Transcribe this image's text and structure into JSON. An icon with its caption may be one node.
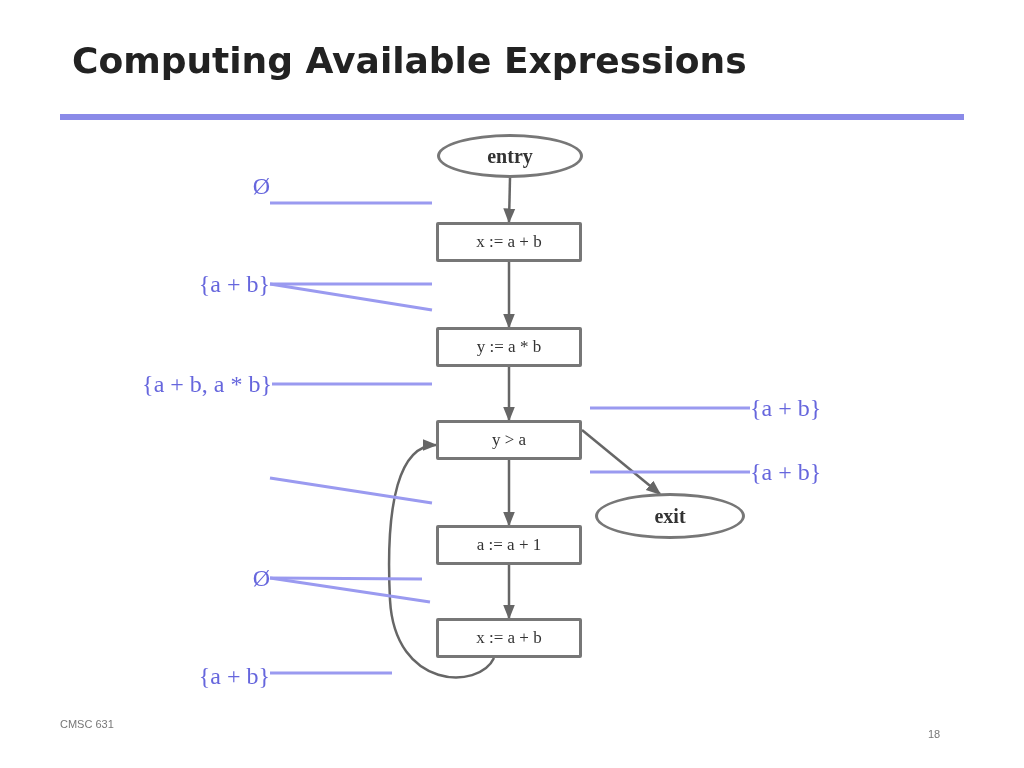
{
  "diagram": {
    "title": "Computing Available Expressions",
    "nodes": [
      {
        "text": [
          "entry"
        ]
      },
      {
        "text": [
          "x := a + b"
        ]
      },
      {
        "text": [
          "y := a * b"
        ]
      },
      {
        "text": [
          "y > a"
        ]
      },
      {
        "text": [
          "a := a + 1"
        ]
      },
      {
        "text": [
          "x := a + b"
        ]
      },
      {
        "text": [
          "exit"
        ]
      },
      {
        "text": [
          "Ø"
        ]
      },
      {
        "text": [
          "{a + b}"
        ]
      },
      {
        "text": [
          "{a + b, a * b}"
        ]
      },
      {
        "text": [
          "{a + b}"
        ]
      },
      {
        "text": [
          "{a + b}"
        ]
      },
      {
        "text": [
          "Ø"
        ]
      },
      {
        "text": [
          "{a + b}"
        ]
      }
    ],
    "edges": [
      {
        "from": 0,
        "to": 1,
        "arrow": "to",
        "color": "#666666"
      },
      {
        "from": 1,
        "to": 2,
        "arrow": "to",
        "color": "#666666"
      },
      {
        "from": 2,
        "to": 3,
        "arrow": "to",
        "color": "#666666"
      },
      {
        "from": 3,
        "to": 4,
        "arrow": "to",
        "color": "#666666"
      },
      {
        "from": 4,
        "to": 5,
        "arrow": "to",
        "color": "#666666"
      },
      {
        "from": 5,
        "to": 3,
        "arrow": "to",
        "color": "#666666"
      },
      {
        "from": 3,
        "to": 6,
        "arrow": "to",
        "color": "#666666"
      },
      {
        "from": 7,
        "to": null,
        "arrow": "none"
      },
      {
        "from": 8,
        "to": null,
        "arrow": "none"
      },
      {
        "from": 8,
        "to": null,
        "arrow": "none"
      },
      {
        "from": 9,
        "to": null,
        "arrow": "none"
      },
      {
        "from": 10,
        "to": null,
        "arrow": "none"
      },
      {
        "from": 11,
        "to": null,
        "arrow": "none"
      },
      {
        "from": 12,
        "to": null,
        "arrow": "none"
      },
      {
        "from": 12,
        "to": null,
        "arrow": "none"
      },
      {
        "from": 13,
        "to": null,
        "arrow": "none"
      }
    ],
    "labels": [
      "CMSC 631",
      "18"
    ]
  }
}
